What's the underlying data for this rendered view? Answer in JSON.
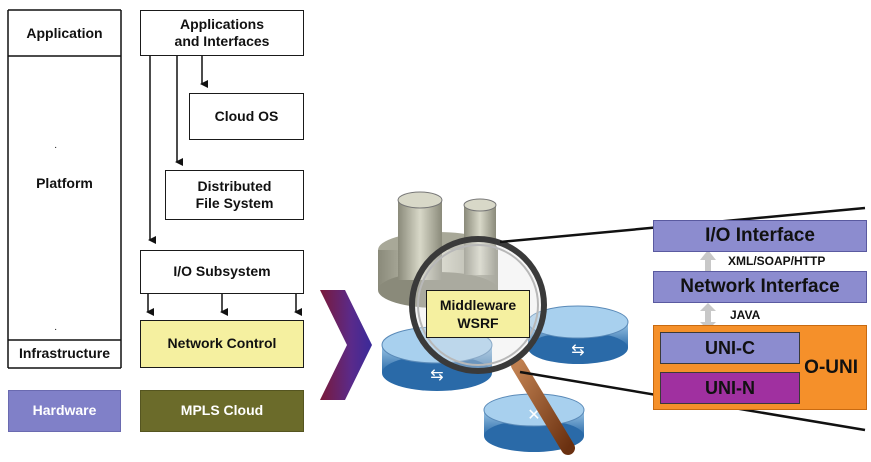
{
  "layers": {
    "application": "Application",
    "platform": "Platform",
    "infrastructure": "Infrastructure",
    "hardware": "Hardware"
  },
  "components": {
    "apps_line1": "Applications",
    "apps_line2": "and Interfaces",
    "cloud_os": "Cloud OS",
    "dfs_line1": "Distributed",
    "dfs_line2": "File System",
    "io_subsystem": "I/O Subsystem",
    "network_control": "Network Control",
    "mpls_cloud": "MPLS Cloud"
  },
  "middleware": {
    "line1": "Middleware",
    "line2": "WSRF"
  },
  "protocol_stack": {
    "io_interface": "I/O Interface",
    "xml_label": "XML/SOAP/HTTP",
    "network_interface": "Network Interface",
    "java_label": "JAVA",
    "uni_c": "UNI-C",
    "uni_n": "UNI-N",
    "o_uni": "O-UNI"
  },
  "colors": {
    "hardware_fill": "#8080c8",
    "mpls_fill": "#6b6b2a",
    "network_control_fill": "#f5f0a0",
    "interface_fill": "#8c8ccf",
    "o_uni_fill": "#f5902a",
    "uni_c_fill": "#8c8ccf",
    "uni_n_fill": "#a030a0",
    "middleware_fill": "#f5f0a0"
  }
}
